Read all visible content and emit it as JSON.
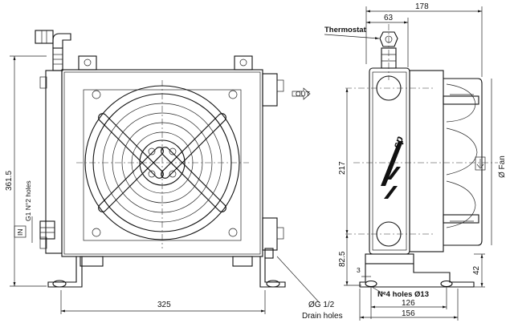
{
  "front_view": {
    "width_dim": "325",
    "height_dim": "361.5",
    "inlet_label": "G1 N°2 holes",
    "in_tag": "IN",
    "out_tag": "OUT",
    "drain_size": "ØG 1/2",
    "drain_label": "Drain holes"
  },
  "side_view": {
    "overall_width": "178",
    "thermostat_offset": "63",
    "thermostat_label": "Thermostat",
    "port_spacing": "217",
    "base_height": "82.5",
    "foot_height": "42",
    "foot_thickness": "3",
    "mount_holes": "N°4 holes Ø13",
    "hole_spacing": "126",
    "base_width": "156",
    "fan_label": "Ø Fan",
    "logo": "sp"
  }
}
